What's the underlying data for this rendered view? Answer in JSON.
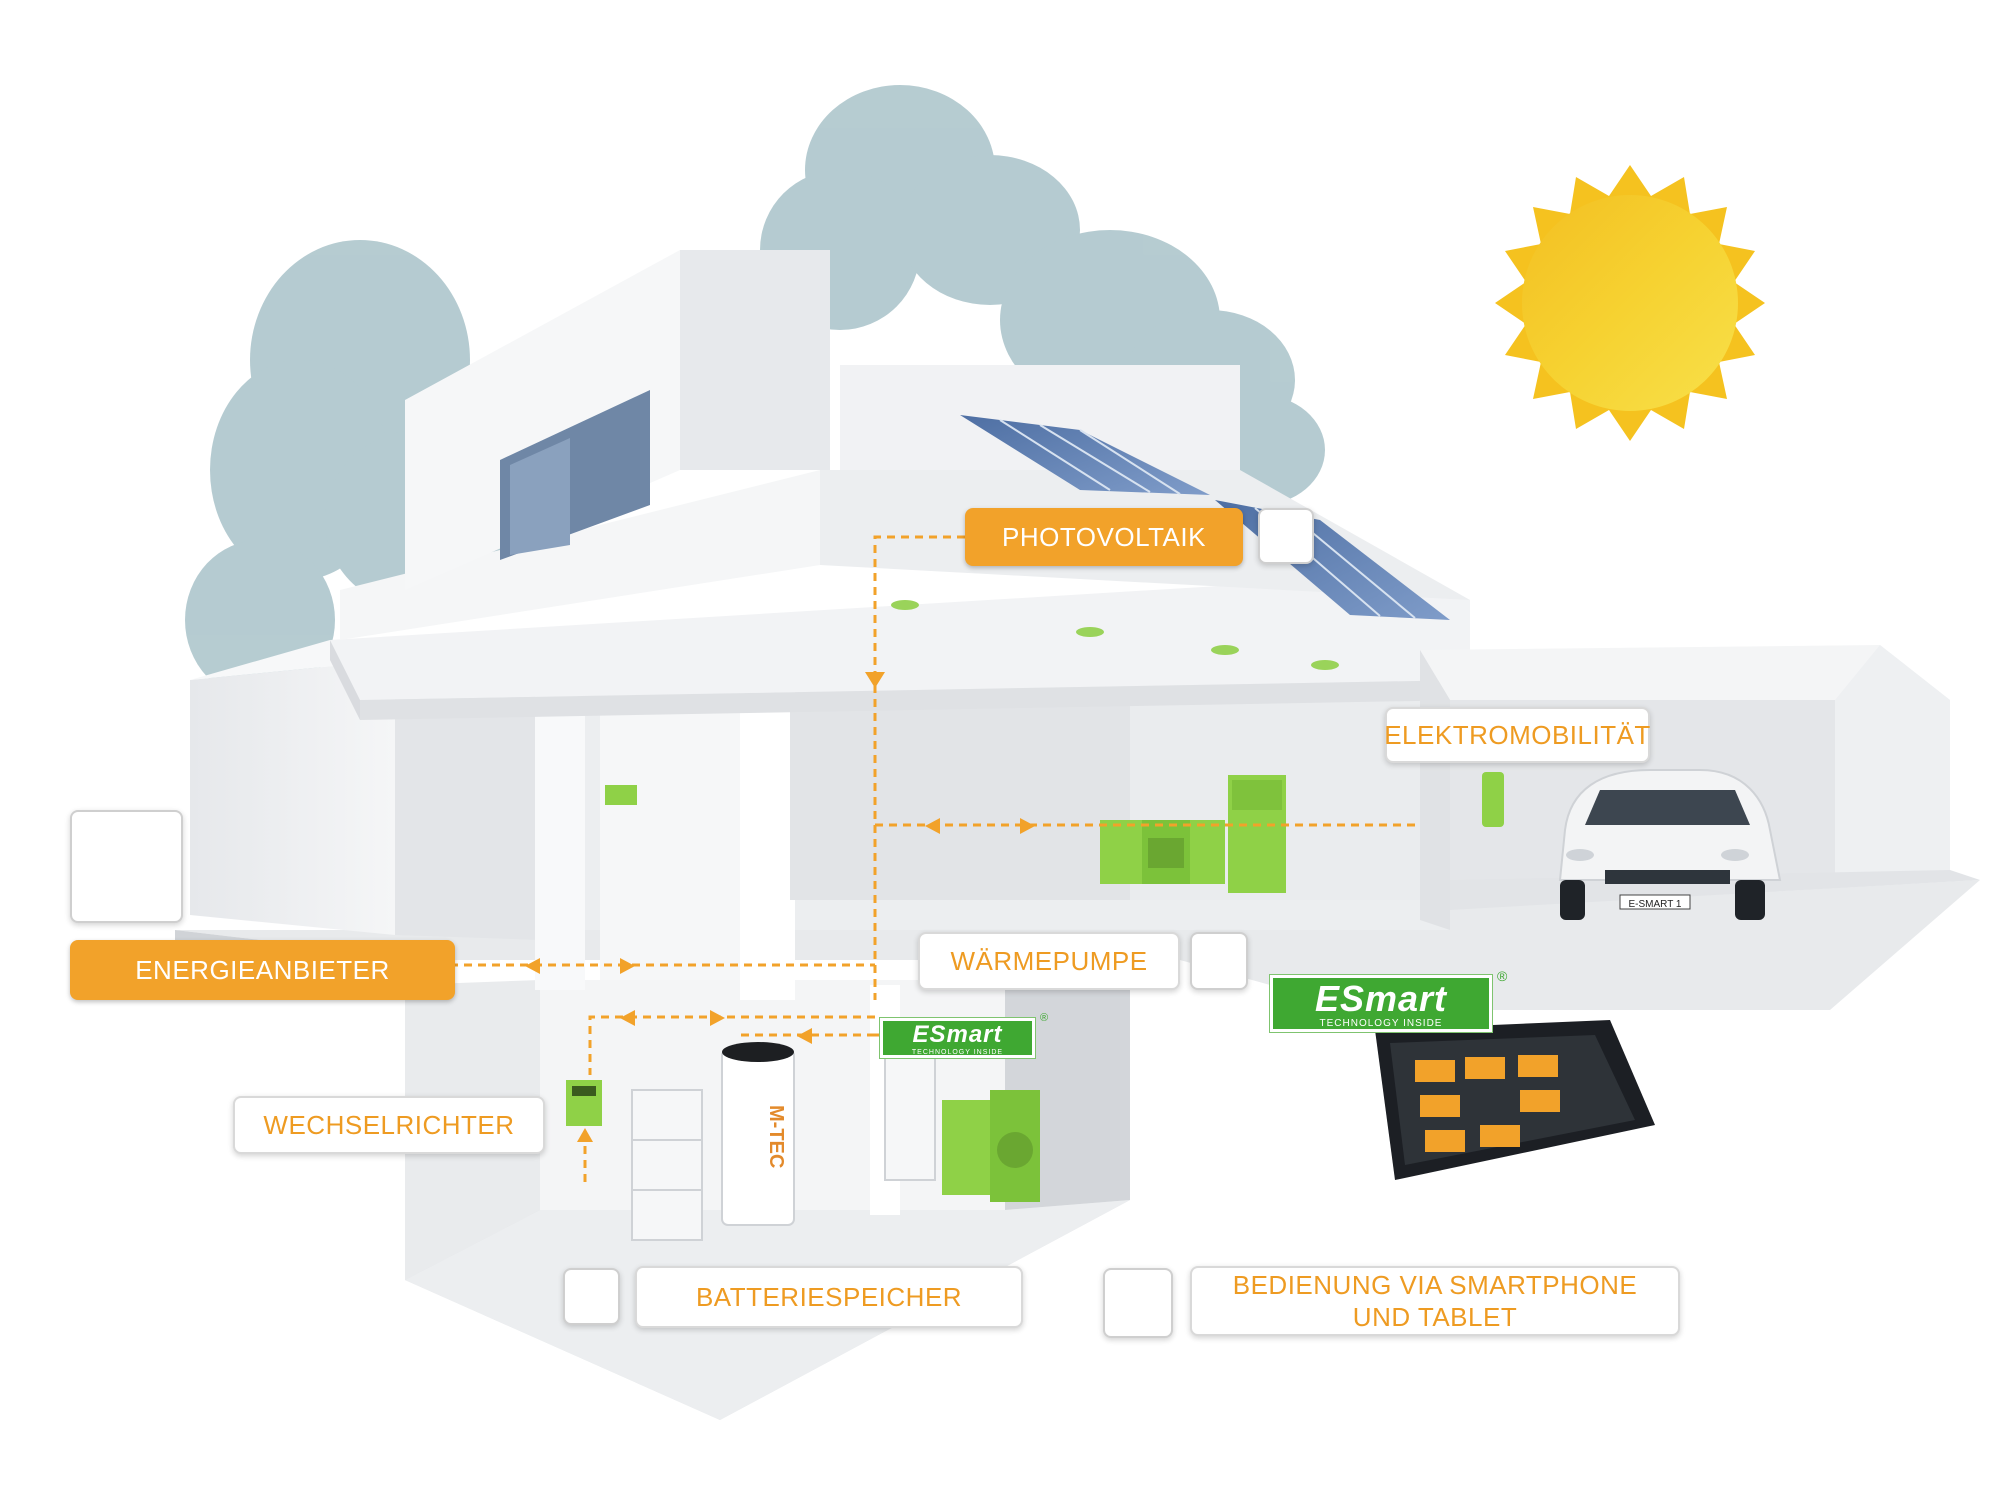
{
  "labels": {
    "photovoltaik": "PHOTOVOLTAIK",
    "elektromobilitaet": "ELEKTROMOBILITÄT",
    "energieanbieter": "ENERGIEANBIETER",
    "waermepumpe": "WÄRMEPUMPE",
    "wechselrichter": "WECHSELRICHTER",
    "batteriespeicher": "BATTERIESPEICHER",
    "bedienung_line1": "BEDIENUNG VIA SMARTPHONE",
    "bedienung_line2": "UND TABLET"
  },
  "brand": {
    "esmart_word": "ESmart",
    "esmart_tagline": "TECHNOLOGY INSIDE",
    "registered": "®",
    "storage_brand": "M-TEC",
    "car_plate": "E-SMART 1"
  },
  "icons": {
    "grid": "power-pylon-icon",
    "solar": "solar-panel-sun-icon",
    "heatpump": "flame-snowflake-icon",
    "battery": "battery-icon",
    "phone": "smartphone-icon"
  },
  "colors": {
    "accent_orange": "#f2a22a",
    "label_text_orange": "#ee9b22",
    "device_green": "#8fd147",
    "brand_green": "#3fa832",
    "sun_yellow": "#f6d02c",
    "building_white": "#f0f1f3"
  }
}
